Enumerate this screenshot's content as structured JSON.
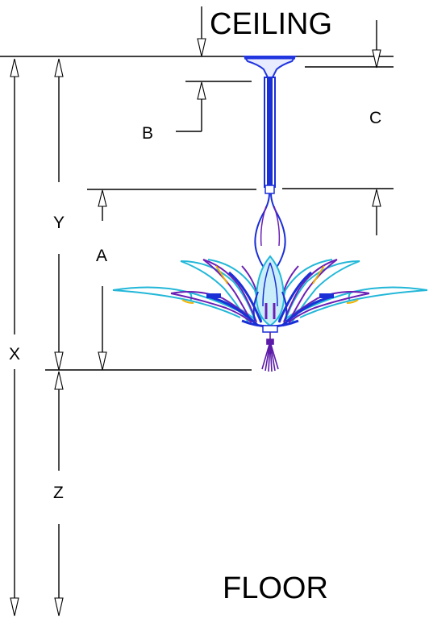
{
  "labels": {
    "ceiling": "CEILING",
    "floor": "FLOOR",
    "x": "X",
    "y": "Y",
    "z": "Z",
    "a": "A",
    "b": "B",
    "c": "C"
  },
  "colors": {
    "lines": "#000000",
    "rod": "#1a2fd6",
    "canopy": "#2236e0",
    "purple_petals": "#6a1fb5",
    "cyan_petals": "#22b7d8",
    "accent": "#f0b400",
    "tassel": "#5c1aa8"
  }
}
